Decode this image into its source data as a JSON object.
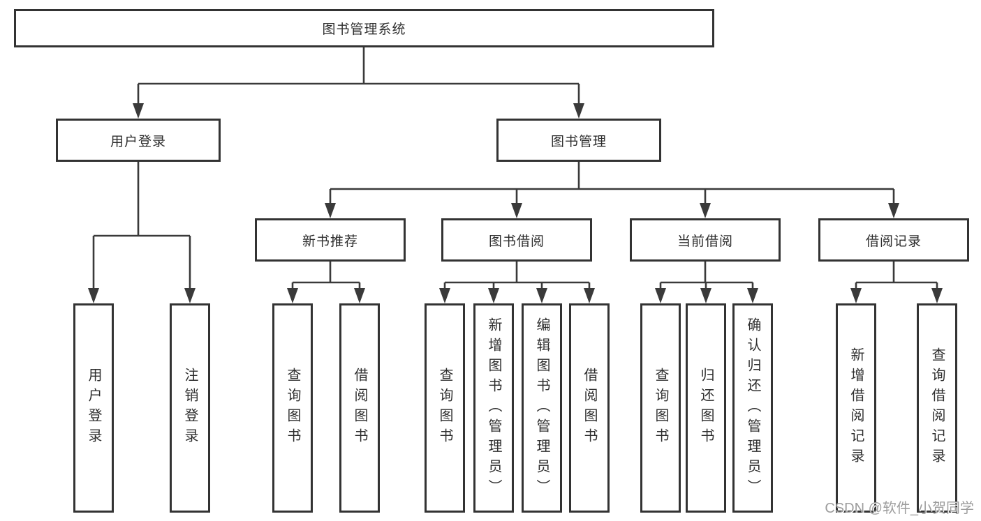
{
  "diagram": {
    "type": "hierarchy",
    "colors": {
      "line": "#3a3a3a",
      "border": "#333333",
      "text": "#2e2e2e",
      "box_fill": "#ffffff",
      "watermark": "#9d9d9d"
    },
    "root": {
      "label": "图书管理系统",
      "children": [
        {
          "label": "用户登录",
          "children": [
            {
              "label": "用户登录"
            },
            {
              "label": "注销登录"
            }
          ]
        },
        {
          "label": "图书管理",
          "children": [
            {
              "label": "新书推荐",
              "children": [
                {
                  "label": "查询图书"
                },
                {
                  "label": "借阅图书"
                }
              ]
            },
            {
              "label": "图书借阅",
              "children": [
                {
                  "label": "查询图书"
                },
                {
                  "label": "新增图书（管理员）"
                },
                {
                  "label": "编辑图书（管理员）"
                },
                {
                  "label": "借阅图书"
                }
              ]
            },
            {
              "label": "当前借阅",
              "children": [
                {
                  "label": "查询图书"
                },
                {
                  "label": "归还图书"
                },
                {
                  "label": "确认归还（管理员）"
                }
              ]
            },
            {
              "label": "借阅记录",
              "children": [
                {
                  "label": "新增借阅记录"
                },
                {
                  "label": "查询借阅记录"
                }
              ]
            }
          ]
        }
      ]
    }
  },
  "watermark": {
    "text": "CSDN @软件_小贺同学"
  }
}
